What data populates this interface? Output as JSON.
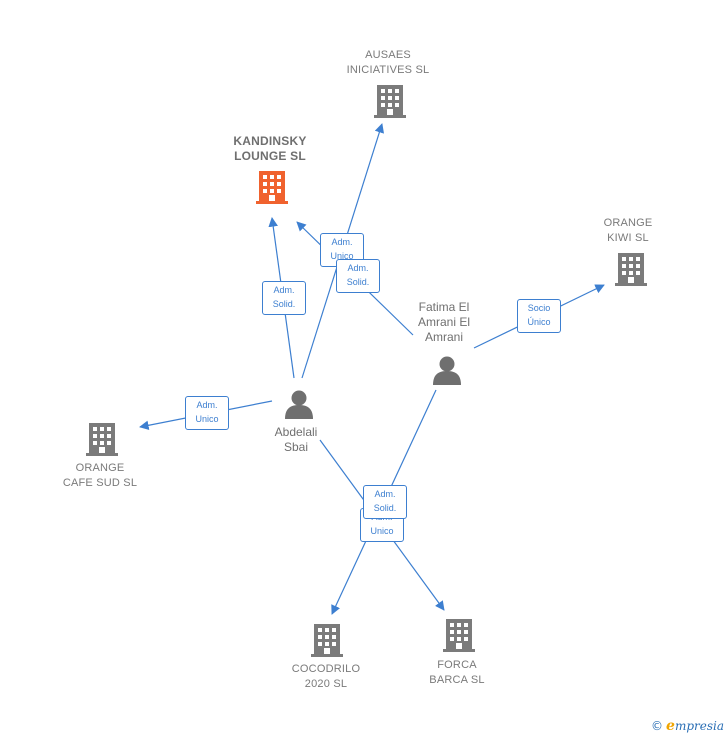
{
  "companies": {
    "ausaes": {
      "label": "AUSAES\nINICIATIVES SL"
    },
    "kandinsky": {
      "label": "KANDINSKY\nLOUNGE  SL"
    },
    "orange_kiwi": {
      "label": "ORANGE\nKIWI SL"
    },
    "orange_cafe": {
      "label": "ORANGE\nCAFE SUD  SL"
    },
    "cocodrilo": {
      "label": "COCODRILO\n2020  SL"
    },
    "forca": {
      "label": "FORCA\nBARCA  SL"
    }
  },
  "persons": {
    "fatima": {
      "label": "Fatima El\nAmrani El\nAmrani"
    },
    "abdelali": {
      "label": "Abdelali\nSbai"
    }
  },
  "relations": [
    {
      "id": "adm-unico-ausaes",
      "label": "Adm.\nUnico"
    },
    {
      "id": "adm-solid-kandinsky-fatima",
      "label": "Adm.\nSolid."
    },
    {
      "id": "adm-solid-kandinsky-abdelali",
      "label": "Adm.\nSolid."
    },
    {
      "id": "socio-unico-kiwi",
      "label": "Socio\nÚnico"
    },
    {
      "id": "adm-unico-cafe",
      "label": "Adm.\nUnico"
    },
    {
      "id": "adm-unico-cocodrilo",
      "label": "Adm.\nUnico"
    },
    {
      "id": "adm-solid-forca",
      "label": "Adm.\nSolid."
    }
  ],
  "colors": {
    "edge": "#3d7fd0",
    "building": "#7b7b7b",
    "highlight": "#f0622e",
    "person": "#6f6f6f"
  },
  "icons": {
    "company": "building-icon",
    "person": "person-icon"
  },
  "footer": {
    "copyright_symbol": "©",
    "brand_initial": "e",
    "brand_rest": "mpresia"
  }
}
